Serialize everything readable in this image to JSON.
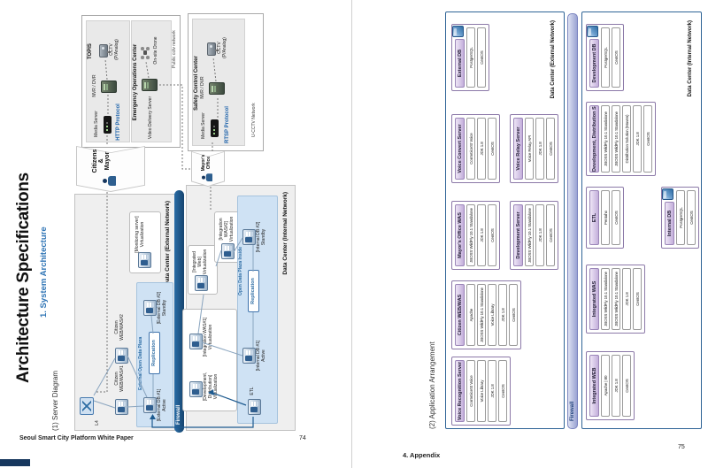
{
  "colors": {
    "accent_blue": "#2e74b5",
    "firewall_navy": "#17456f",
    "plaza_blue": "#cfe2f4",
    "header_purple": "#c3aedb",
    "net_border_blue": "#2f6496",
    "protocol_blue": "#1f64ac"
  },
  "icons": {
    "server-icon": "css-shape",
    "media-server-icon": "css-shape",
    "nvr-server-icon": "css-shape",
    "cctv-camera-icon": "css-shape",
    "drone-icon": "css-shape",
    "person-icon": "css-shape",
    "l4-switch-icon": "css-shape",
    "database-icon": "css-shape"
  },
  "p74": {
    "title": "Architecture Specifications",
    "subtitle": "1. System Architecture",
    "section": "(1) Server Diagram",
    "footer_text": "Seoul Smart City Platform White Paper",
    "page_num": "74",
    "topis": {
      "title": "TOPIS",
      "media": "Media Server",
      "protocol": "HTTP Protocol",
      "nvr": "NVR / DVR",
      "cctv": "CCTV\n(P/Analog)"
    },
    "eoc": {
      "title": "Emergency Operations Center",
      "vds": "Video Delivery Server",
      "drone": "On-site Drone",
      "net": "Public cctv network"
    },
    "safety": {
      "title": "Safety Control Center",
      "media": "Media Server",
      "protocol": "RTSP Protocol",
      "nvr": "NVR / DVR",
      "cctv": "CCTV\n(P/Analog)",
      "net": "U-CCTV Network"
    },
    "citizens": "Citizens\n&\nMayor",
    "mayor": "Mayor's\nOffice",
    "firewall": "Firewall",
    "ext_dc": {
      "label": "Data Center (External Network)",
      "l4": "L4",
      "c1": "Citizen\nWEB/WAS#1",
      "c2": "Citizen\nWEB/WAS#2",
      "plaza": "External Open Data Plaza",
      "db1": "[External DB #1]\nActive",
      "repl": "Replication",
      "db2": "[External DB #2]\nStandby",
      "mon": "[Monitoring server]\nVirtualization"
    },
    "int_dc": {
      "label": "Data Center (Internal Network)",
      "web": "[Integrated Web]\nVirtualization",
      "was2": "[Integration WAS#2]\nVirtualization",
      "was1": "[Integration WAS#1]\nVirtualization",
      "dev": "[Development, Distribution]\nVirtualization",
      "plaza": "Open Data Plaza Inside",
      "etl": "ETL",
      "db1": "[Internal DB #1]\nActive",
      "repl": "Replication",
      "db2": "[Internal DB #2]\nStandby"
    }
  },
  "p75": {
    "section": "(2) Application Arrangement",
    "footer_text": "4. Appendix",
    "page_num": "75",
    "firewall": "Firewall",
    "ext_label": "Data Center (External Network)",
    "int_label": "Data Center (Internal Network)",
    "boxes": [
      {
        "title": "Voice Recognition Server",
        "items": [
          "ComVoiceSt Voice",
          "Voice Library",
          "JDK 1.8",
          "CentOS"
        ],
        "db": false
      },
      {
        "title": "Citizen WEB/WAS",
        "items": [
          "Apache",
          "JBOSS WildFly 10.1 Standalone",
          "Voice Library",
          "JDK 1.8",
          "CentOS"
        ],
        "db": false
      },
      {
        "title": "Mayor's Office WAS",
        "items": [
          "JBOSS WildFly 10.1 Standalone",
          "JDK 1.8",
          "CentOS"
        ],
        "db": false
      },
      {
        "title": "Voice Convert Server",
        "items": [
          "ComVoiceSt Voice",
          "JDK 1.8",
          "CentOS"
        ],
        "db": false
      },
      {
        "title": "External DB",
        "items": [
          "PostgreSQL",
          "CentOS"
        ],
        "db": true
      },
      {
        "title": "Development Server",
        "items": [
          "JBOSS WildFly 10.1 Standalone",
          "JDK 1.8",
          "CentOS"
        ],
        "db": false
      },
      {
        "title": "Voice Relay Server",
        "items": [
          "Voice Relay API",
          "JDK 1.8",
          "CentOS"
        ],
        "db": false
      },
      {
        "title": "Integrated WEB",
        "items": [
          "Apache | 80",
          "JDK 1.8",
          "CentOS"
        ],
        "db": false
      },
      {
        "title": "Integrated WAS",
        "items": [
          "JBOSS WildFly 10.1 Standalone",
          "JBOSS WildFly 10.1 Standalone",
          "JDK 1.8",
          "CentOS"
        ],
        "db": false
      },
      {
        "title": "ETL",
        "items": [
          "Pentaho",
          "CentOS"
        ],
        "db": false
      },
      {
        "title": "Development, Distribution Server",
        "items": [
          "JBOSS WildFly 10.1 Standalone",
          "JBOSS WildFly 10.1 Standalone",
          "Distribution Solution (Maven)",
          "JDK 1.8",
          "CentOS"
        ],
        "db": false
      },
      {
        "title": "Development DB",
        "items": [
          "PostgreSQL",
          "CentOS"
        ],
        "db": true
      },
      {
        "title": "Internal DB",
        "items": [
          "PostgreSQL",
          "CentOS"
        ],
        "db": true
      }
    ]
  }
}
